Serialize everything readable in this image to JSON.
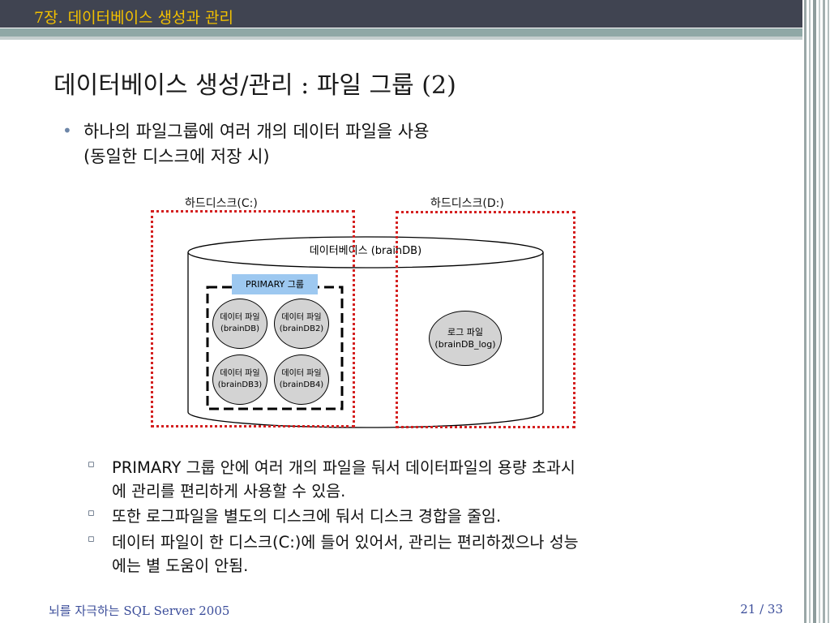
{
  "header": {
    "chapter_title": "7장. 데이터베이스 생성과 관리"
  },
  "slide": {
    "title": "데이터베이스 생성/관리 : 파일 그룹 (2)",
    "bullet": {
      "line1": "하나의 파일그룹에 여러 개의 데이터 파일을 사용",
      "line2": "(동일한 디스크에 저장 시)"
    }
  },
  "diagram": {
    "disk_c_label": "하드디스크(C:)",
    "disk_d_label": "하드디스크(D:)",
    "database_label": "데이터베이스 (brainDB)",
    "primary_group_label": "PRIMARY 그룹",
    "data_files": [
      {
        "line1": "데이터 파일",
        "line2": "(brainDB)"
      },
      {
        "line1": "데이터 파일",
        "line2": "(brainDB2)"
      },
      {
        "line1": "데이터 파일",
        "line2": "(brainDB3)"
      },
      {
        "line1": "데이터 파일",
        "line2": "(brainDB4)"
      }
    ],
    "log_file": {
      "line1": "로그 파일",
      "line2": "(brainDB_log)"
    }
  },
  "sub_bullets": {
    "marker": "▫",
    "items": [
      {
        "line1": "PRIMARY 그룹 안에 여러 개의 파일을 둬서 데이터파일의 용량 초과시",
        "line2": "에 관리를 편리하게 사용할 수 있음."
      },
      {
        "line1": "또한 로그파일을 별도의 디스크에 둬서 디스크 경합을 줄임."
      },
      {
        "line1": "데이터 파일이 한 디스크(C:)에 들어 있어서, 관리는 편리하겠으나 성능",
        "line2": "에는 별 도움이 안됨."
      }
    ]
  },
  "footer": {
    "book_title": "뇌를 자극하는 SQL Server 2005",
    "page_number": "21 / 33"
  },
  "colors": {
    "header_bg": "#404451",
    "header_text": "#f2c000",
    "accent_teal": "#8fa8a6",
    "disk_border": "#d42020",
    "primary_tag_bg": "#9dc8f0",
    "file_fill": "#d3d3d3",
    "footer_text": "#3b4d9a"
  }
}
